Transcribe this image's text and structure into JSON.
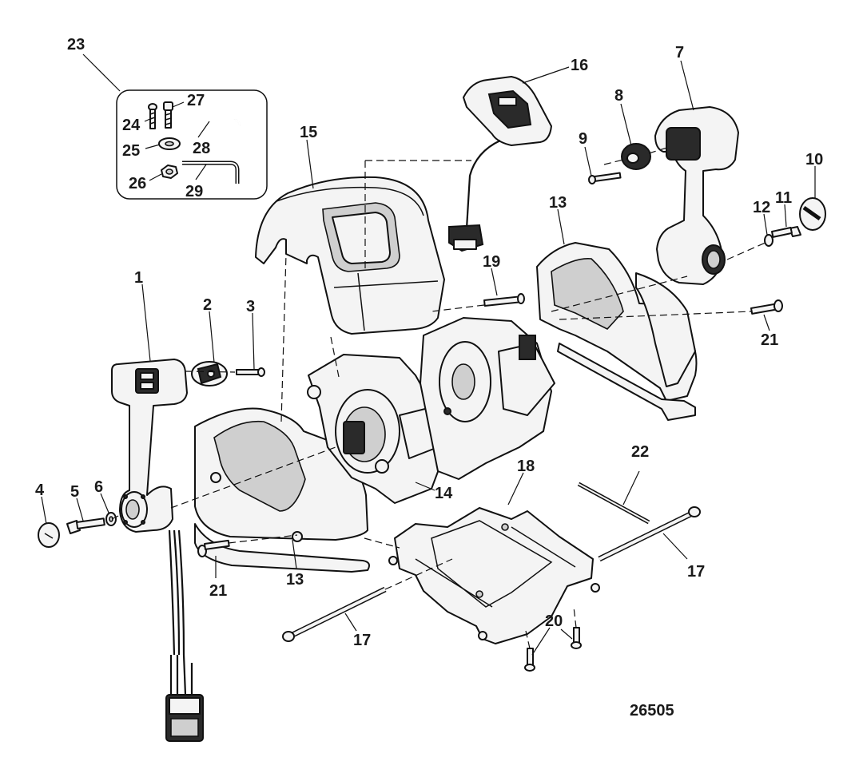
{
  "callouts": {
    "c1": "1",
    "c2": "2",
    "c3": "3",
    "c4": "4",
    "c5": "5",
    "c6": "6",
    "c7": "7",
    "c8": "8",
    "c9": "9",
    "c10": "10",
    "c11": "11",
    "c12": "12",
    "c13a": "13",
    "c13b": "13",
    "c14": "14",
    "c15": "15",
    "c16": "16",
    "c17a": "17",
    "c17b": "17",
    "c18": "18",
    "c19": "19",
    "c20": "20",
    "c21a": "21",
    "c21b": "21",
    "c22": "22",
    "c23": "23",
    "c24": "24",
    "c25": "25",
    "c26": "26",
    "c27": "27",
    "c28": "28",
    "c29": "29"
  },
  "figure_id": "26505"
}
